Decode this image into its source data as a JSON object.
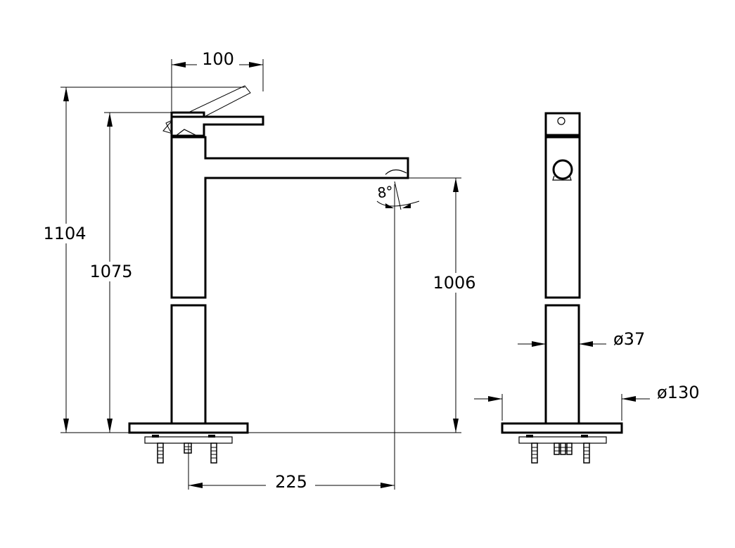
{
  "dimensions": {
    "handle_width": "100",
    "total_height": "1104",
    "body_height": "1075",
    "spout_height": "1006",
    "spout_reach": "225",
    "spout_angle": "8°",
    "body_diameter": "ø37",
    "base_diameter": "ø130"
  }
}
